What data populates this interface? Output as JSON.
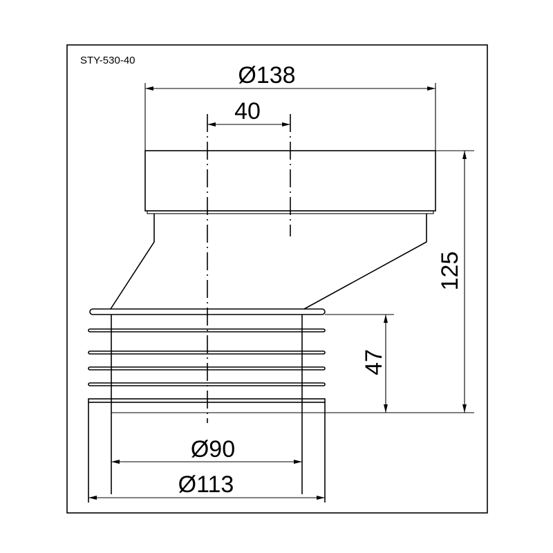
{
  "model": "STY-530-40",
  "dimensions": {
    "top_diameter": "Ø138",
    "offset": "40",
    "total_height": "125",
    "socket_height": "47",
    "inner_diameter": "Ø90",
    "outer_diameter": "Ø113"
  }
}
